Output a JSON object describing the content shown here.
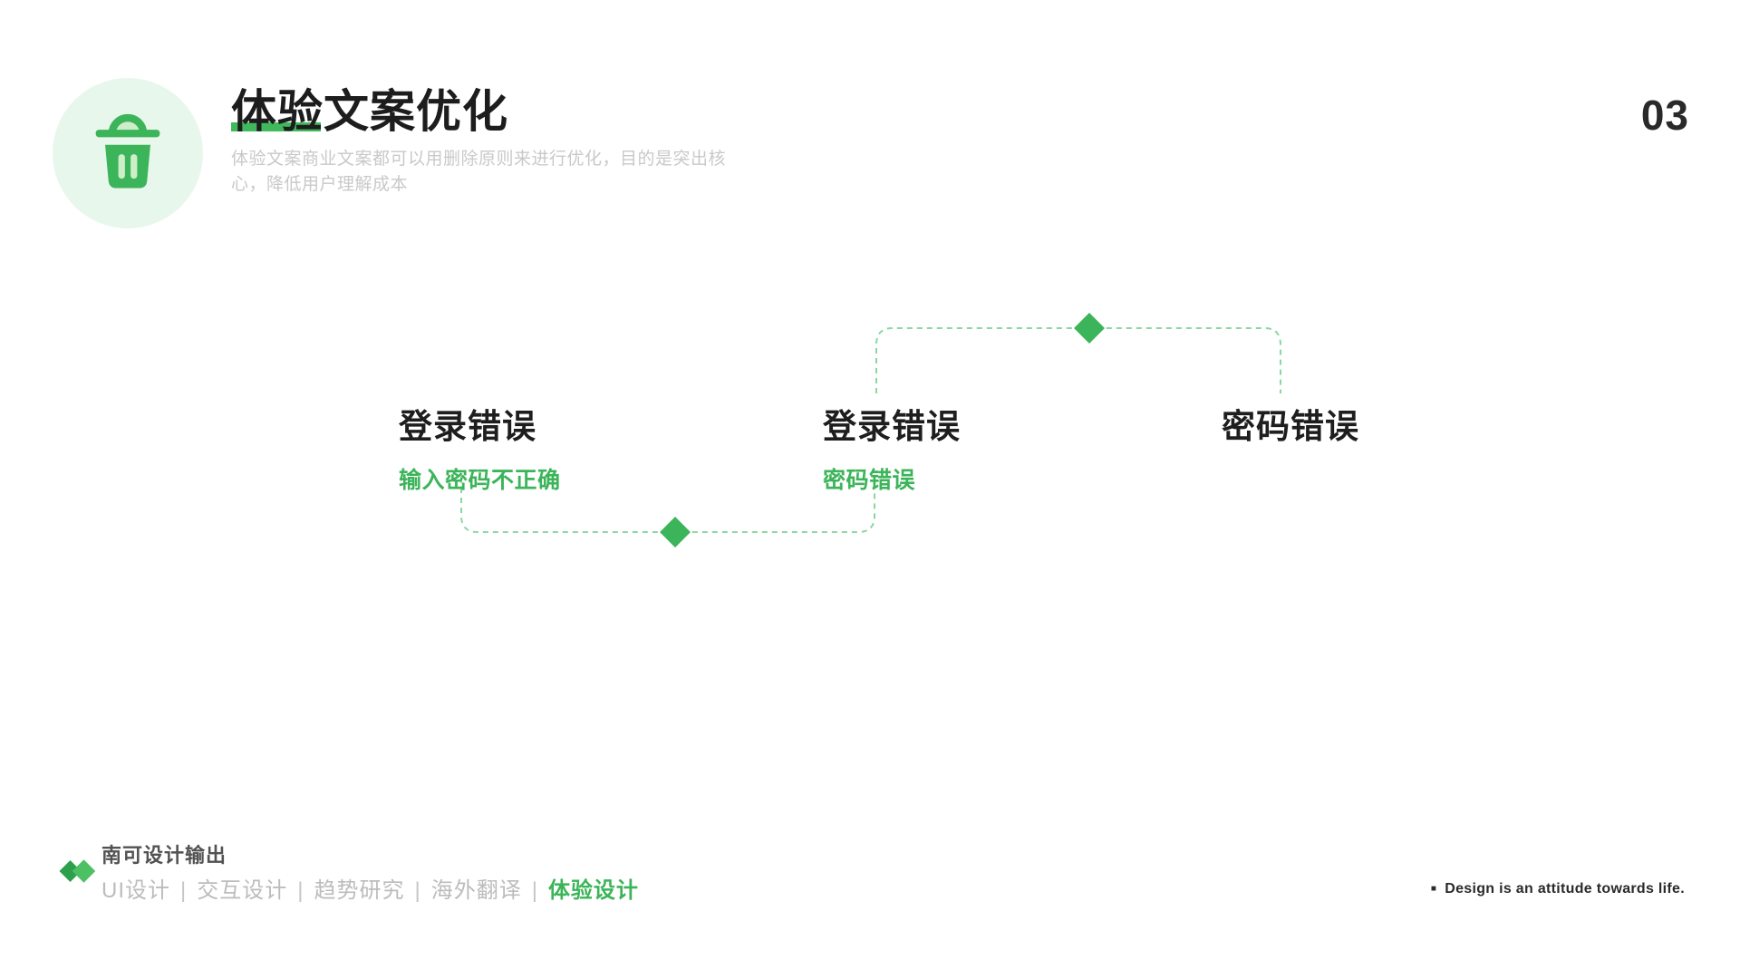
{
  "slide": {
    "page_number": "03",
    "background": "#ffffff"
  },
  "header": {
    "icon": "trash-icon",
    "title": "体验文案优化",
    "subtitle_full": "体验文案商业文案都可以用删除原则来进行优化，目的是突出核心，降低用户理解成本",
    "subtitle_line1": "体验文案商业文案都可以用删除原则来进行优化，目的是突出核",
    "subtitle_line2": "心，降低用户理解成本"
  },
  "diagram": {
    "items": [
      {
        "title": "登录错误",
        "subtitle": "输入密码不正确"
      },
      {
        "title": "登录错误",
        "subtitle": "密码错误"
      },
      {
        "title": "密码错误",
        "subtitle": ""
      }
    ]
  },
  "footer": {
    "brand": "南可设计输出",
    "tags": [
      "UI设计",
      "交互设计",
      "趋势研究",
      "海外翻译",
      "体验设计"
    ],
    "separator": "|",
    "bullet": "■",
    "motto": "Design is an attitude towards life."
  },
  "colors": {
    "green_main": "#3cb45a",
    "green_underline": "#3fb95b",
    "green_dash": "#8ad7a0",
    "green_circle_bg": "#e8f7eb",
    "green_icon_accent": "#cdeec8",
    "logo_dark_green": "#2ea04b",
    "logo_bright_green": "#4cc063",
    "text_dark": "#1d1d1d",
    "subtitle_gray": "#c9c9c9",
    "tagline_gray": "#bcbcbc"
  }
}
